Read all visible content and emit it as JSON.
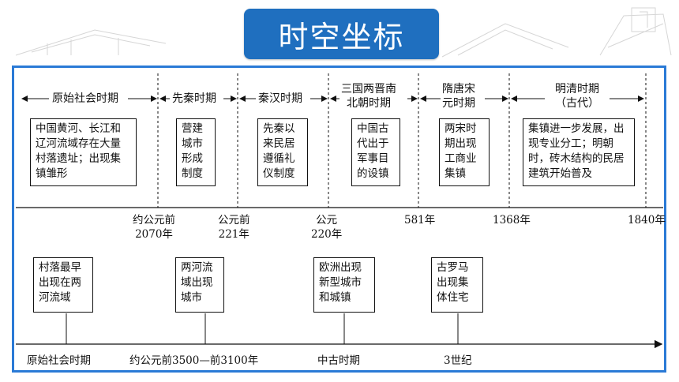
{
  "title": "时空坐标",
  "top_timeline": {
    "periods": [
      "原始社会时期",
      "先秦时期",
      "秦汉时期",
      "三国两晋南\n北朝时期",
      "隋唐宋\n元时期",
      "明清时期\n（古代）"
    ],
    "boxes": [
      "中国黄河、长江和辽河流域存在大量村落遗址；出现集镇雏形",
      "营建城市形成制度",
      "先秦以来民居遵循礼仪制度",
      "中国古代出于军事目的设镇",
      "两宋时期出现工商业集镇",
      "集镇进一步发展，出现专业分工；明朝时，砖木结构的民居建筑开始普及"
    ],
    "ticks": [
      "约公元前\n2070年",
      "公元前\n221年",
      "公元\n220年",
      "581年",
      "1368年",
      "1840年"
    ]
  },
  "bottom_timeline": {
    "boxes": [
      "村落最早出现在两河流域",
      "两河流域出现城市",
      "欧洲出现新型城市和城镇",
      "古罗马出现集体住宅"
    ],
    "labels": [
      "原始社会时期",
      "约公元前3500—前3100年",
      "中古时期",
      "3世纪"
    ]
  }
}
